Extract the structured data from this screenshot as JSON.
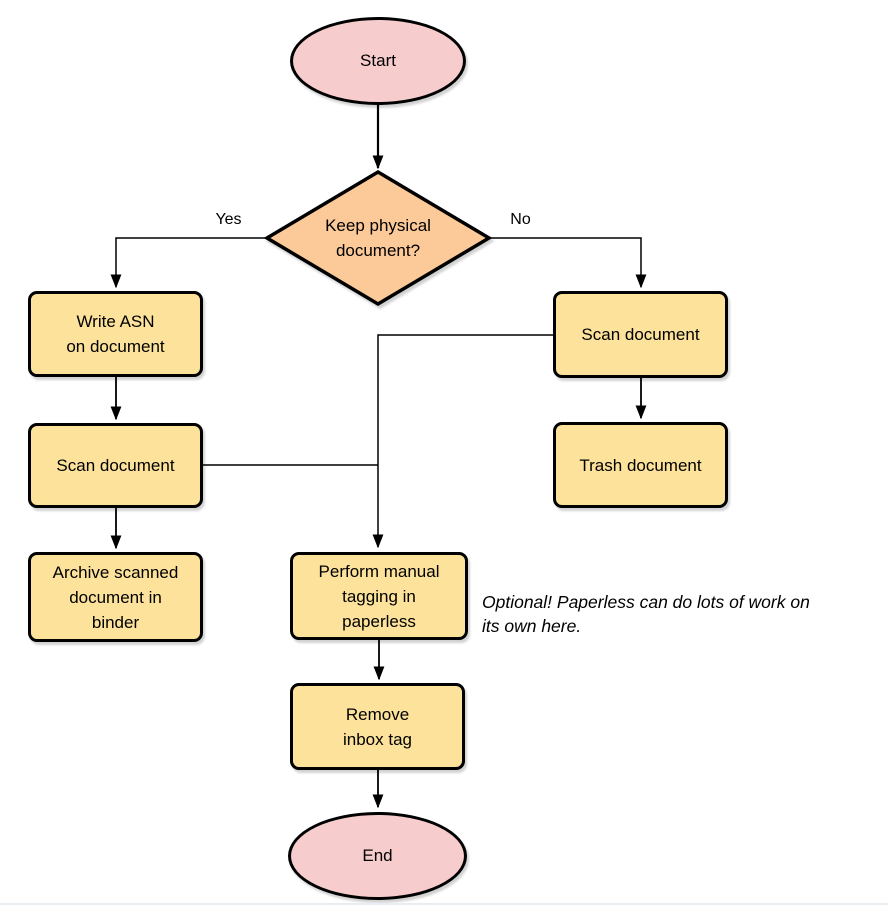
{
  "nodes": {
    "start": {
      "label": "Start",
      "shape": "ellipse",
      "fill": "#F6CCCC"
    },
    "decision": {
      "label": "Keep physical\ndocument?",
      "shape": "diamond",
      "fill": "#FBCA98"
    },
    "write_asn": {
      "label": "Write ASN\non document",
      "shape": "box",
      "fill": "#FCE29A"
    },
    "scan_left": {
      "label": "Scan document",
      "shape": "box",
      "fill": "#FCE29A"
    },
    "archive": {
      "label": "Archive scanned\ndocument in\nbinder",
      "shape": "box",
      "fill": "#FCE29A"
    },
    "scan_right": {
      "label": "Scan document",
      "shape": "box",
      "fill": "#FCE29A"
    },
    "trash": {
      "label": "Trash document",
      "shape": "box",
      "fill": "#FCE29A"
    },
    "perform_tagging": {
      "label": "Perform manual\ntagging in\npaperless",
      "shape": "box",
      "fill": "#FCE29A"
    },
    "remove_inbox": {
      "label": "Remove\ninbox tag",
      "shape": "box",
      "fill": "#FCE29A"
    },
    "end": {
      "label": "End",
      "shape": "ellipse",
      "fill": "#F6CCCC"
    }
  },
  "edges": {
    "yes_label": "Yes",
    "no_label": "No"
  },
  "note": {
    "text": "Optional! Paperless can do lots of work on\nits own here."
  },
  "colors": {
    "stroke": "#000000",
    "box_fill": "#FCE29A",
    "terminator_fill": "#F6CCCC",
    "decision_fill": "#FBCA98",
    "background": "#ffffff"
  }
}
